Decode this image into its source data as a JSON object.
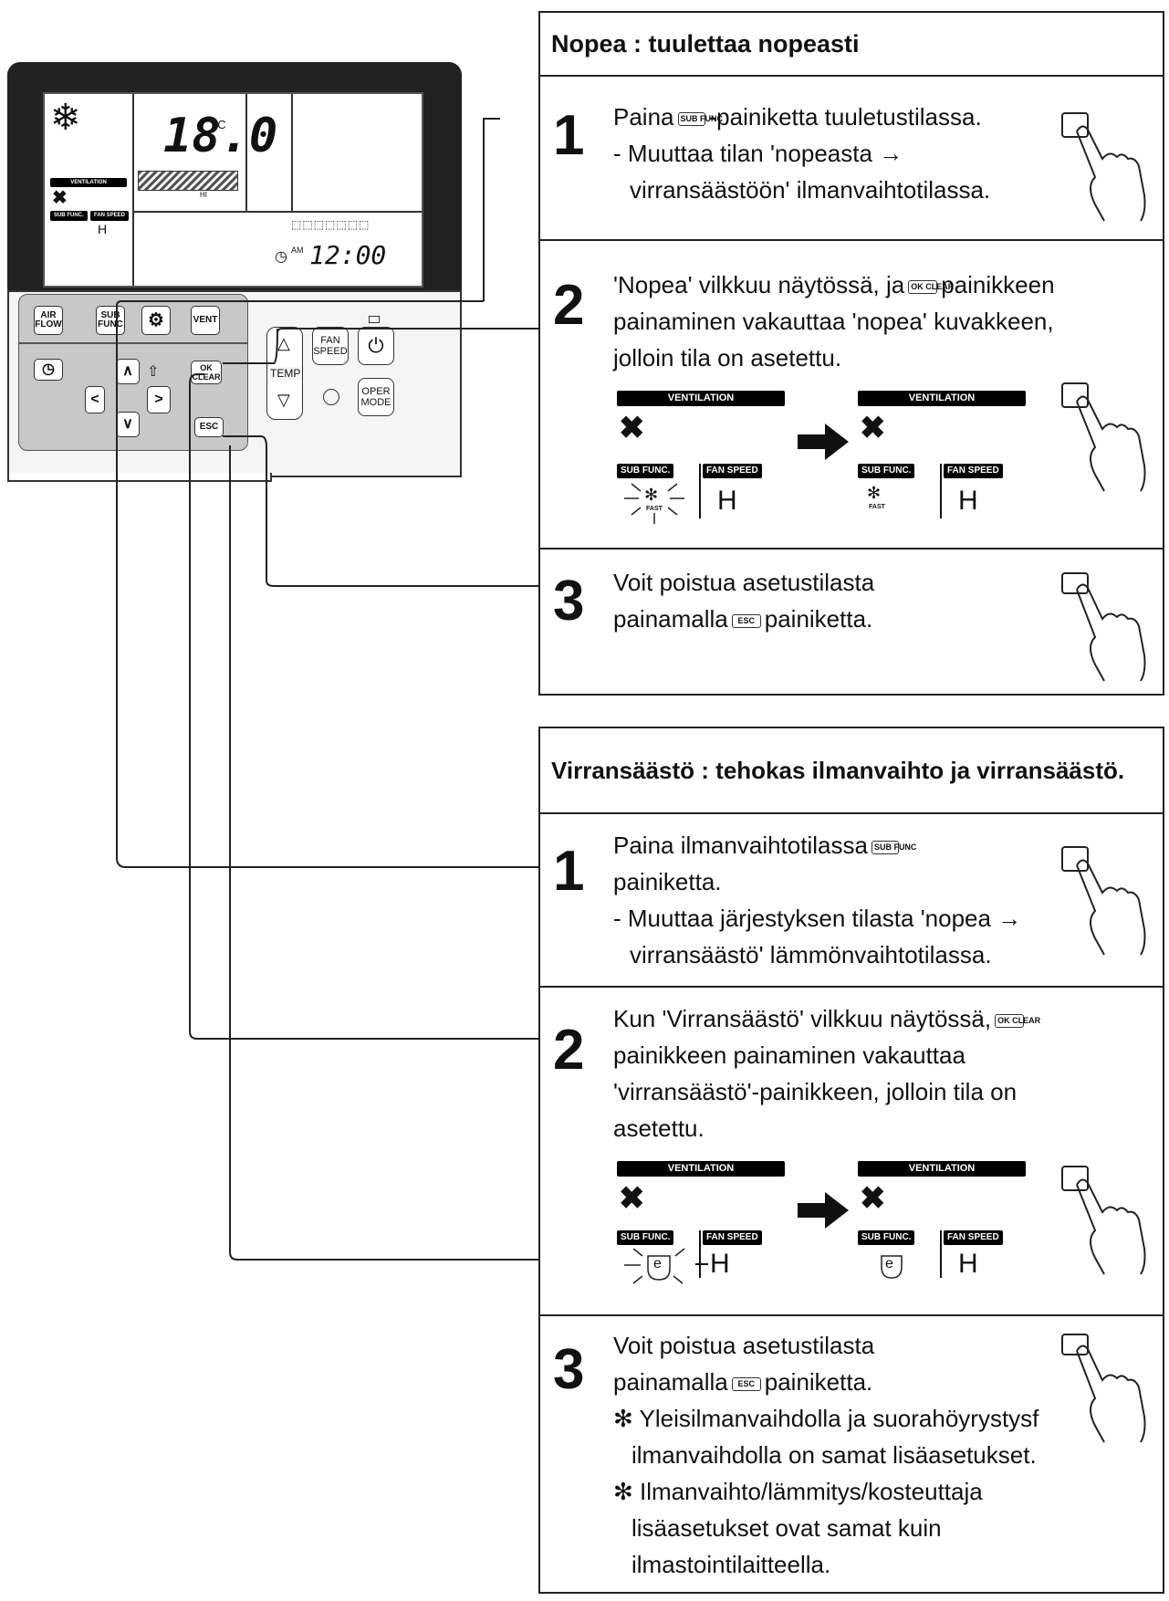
{
  "remote": {
    "lcd": {
      "temperature": "18.0",
      "temp_unit": "°C",
      "mode_label": "VENTILATION",
      "fan_level": "HI",
      "sub_func_tag": "SUB FUNC.",
      "fan_speed_tag": "FAN SPEED",
      "fan_speed_value": "H",
      "am": "AM",
      "time": "12:00"
    },
    "buttons": {
      "air_flow": "AIR FLOW",
      "sub_func": "SUB FUNC",
      "vent": "VENT",
      "ok_clear": "OK CLEAR",
      "esc": "ESC",
      "temp": "TEMP",
      "fan_speed": "FAN SPEED",
      "oper_mode": "OPER MODE",
      "up": "∧",
      "down": "∨",
      "left": "<",
      "right": ">",
      "temp_up": "△",
      "temp_down": "▽"
    }
  },
  "section_fast": {
    "title": "Nopea : tuulettaa nopeasti",
    "step1": {
      "number": "1",
      "line1_a": "Paina",
      "line1_b": "-painiketta tuuletustilassa.",
      "line2": "- Muuttaa tilan 'nopeasta →",
      "line3": "virransäästöön'  ilmanvaihtotilassa."
    },
    "step2": {
      "number": "2",
      "line1_a": "'Nopea' vilkkuu näytössä, ja",
      "line1_b": "painikkeen",
      "line2": "painaminen vakauttaa 'nopea' kuvakkeen,",
      "line3": "jolloin tila on asetettu.",
      "before": {
        "vent": "VENTILATION",
        "sub": "SUB FUNC.",
        "fan": "FAN SPEED",
        "icon_text": "FAST",
        "speed": "H"
      },
      "after": {
        "vent": "VENTILATION",
        "sub": "SUB FUNC.",
        "fan": "FAN SPEED",
        "icon_text": "FAST",
        "speed": "H"
      }
    },
    "step3": {
      "number": "3",
      "line1": "Voit poistua asetustilasta",
      "line2_a": "painamalla",
      "line2_b": "painiketta."
    }
  },
  "section_save": {
    "title": "Virransäästö : tehokas ilmanvaihto ja virransäästö.",
    "step1": {
      "number": "1",
      "line1": "Paina ilmanvaihtotilassa",
      "line2": "painiketta.",
      "line3": "- Muuttaa järjestyksen tilasta 'nopea →",
      "line4": "virransäästö' lämmönvaihtotilassa."
    },
    "step2": {
      "number": "2",
      "line1": "Kun 'Virransäästö' vilkkuu näytössä,",
      "line2": "painikkeen painaminen vakauttaa",
      "line3": "'virransäästö'-painikkeen, jolloin tila on",
      "line4": "asetettu.",
      "before": {
        "vent": "VENTILATION",
        "sub": "SUB FUNC.",
        "fan": "FAN SPEED",
        "icon_text": "e",
        "speed": "H"
      },
      "after": {
        "vent": "VENTILATION",
        "sub": "SUB FUNC.",
        "fan": "FAN SPEED",
        "icon_text": "e",
        "speed": "H"
      }
    },
    "step3": {
      "number": "3",
      "line1": "Voit poistua asetustilasta",
      "line2_a": "painamalla",
      "line2_b": "painiketta.",
      "note1_a": "✻ Yleisilmanvaihdolla ja suorahöyrystysf",
      "note1_b": "ilmanvaihdolla on samat lisäasetukset.",
      "note2_a": "✻ Ilmanvaihto/lämmitys/kosteuttaja",
      "note2_b": "lisäasetukset ovat samat kuin",
      "note2_c": "ilmastointilaitteella."
    }
  },
  "icon_labels": {
    "sub_func": "SUB FUNC",
    "ok_clear": "OK CLEAR",
    "esc": "ESC"
  }
}
